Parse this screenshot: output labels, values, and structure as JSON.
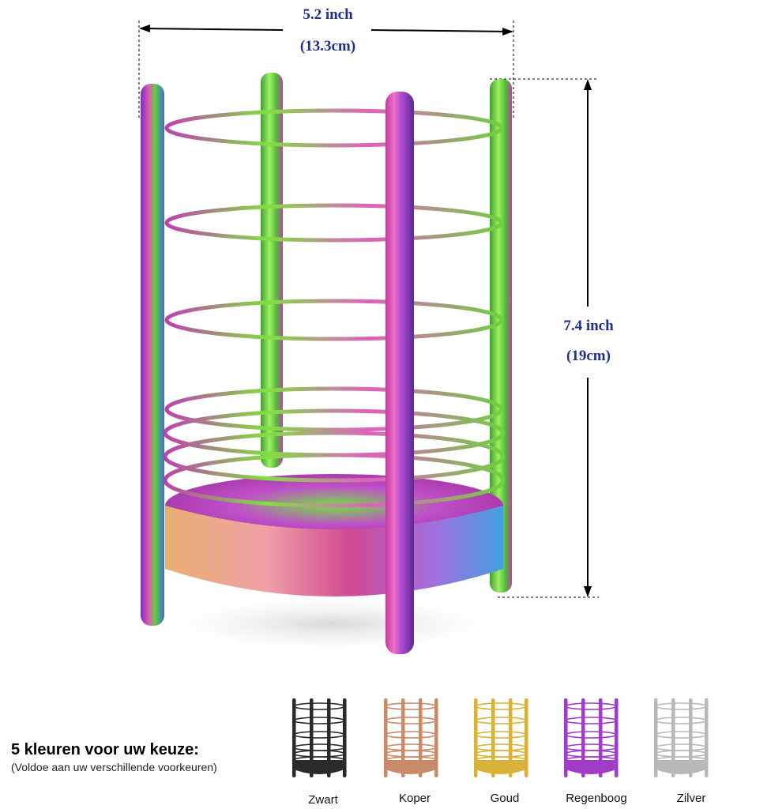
{
  "dimensions": {
    "width_inch": "5.2 inch",
    "width_cm": "(13.3cm)",
    "height_inch": "7.4 inch",
    "height_cm": "(19cm)"
  },
  "product": {
    "colorway": "rainbow",
    "accent_colors": [
      "#a03cc8",
      "#e04aa8",
      "#6fcf3a",
      "#3a8fd8",
      "#e0a060"
    ]
  },
  "options": {
    "headline": "5 kleuren voor uw keuze:",
    "subline": "(Voldoe aan uw verschillende voorkeuren)",
    "variants": [
      {
        "label": "Zwart",
        "color": "#2a2a2a"
      },
      {
        "label": "Koper",
        "color": "#c98a6a"
      },
      {
        "label": "Goud",
        "color": "#d9b23a"
      },
      {
        "label": "Regenboog",
        "color": "#a03cc8"
      },
      {
        "label": "Zilver",
        "color": "#b8b8b8"
      }
    ]
  }
}
